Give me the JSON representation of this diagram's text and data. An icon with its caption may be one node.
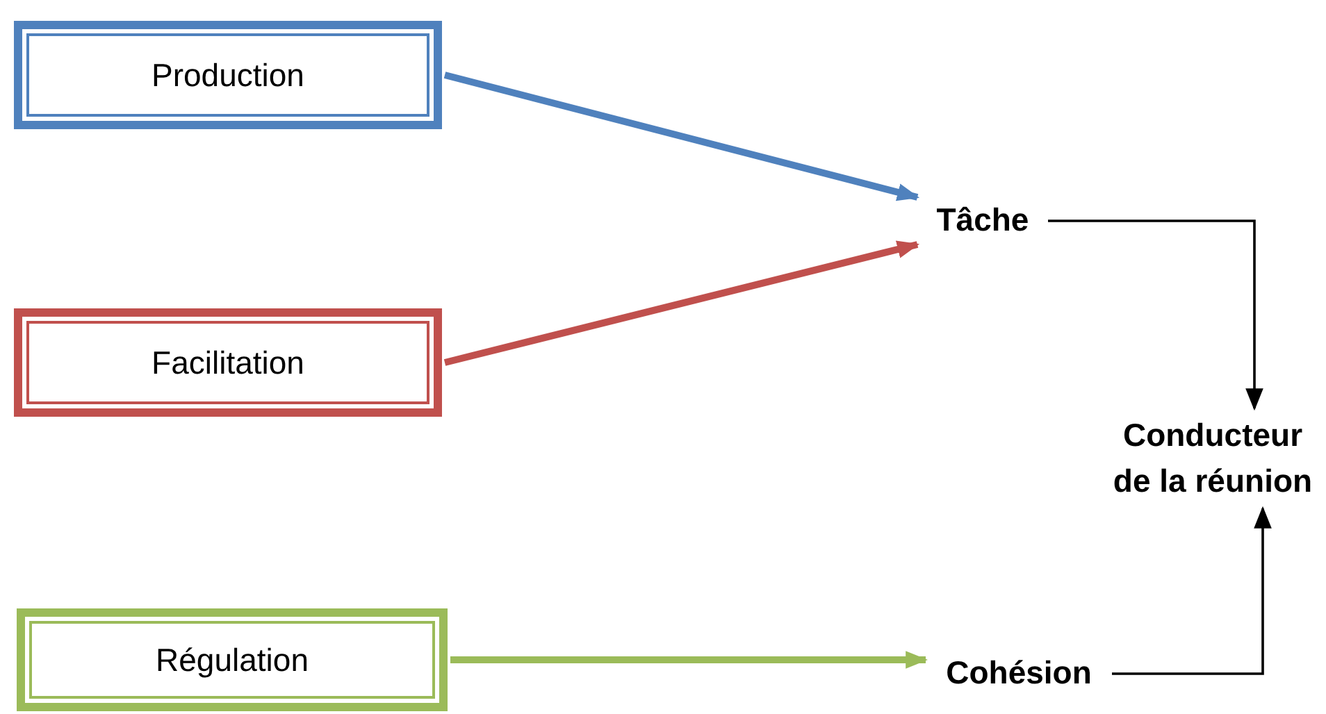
{
  "diagram": {
    "nodes": [
      {
        "text": [
          "Production"
        ]
      },
      {
        "text": [
          "Facilitation"
        ]
      },
      {
        "text": [
          "Régulation"
        ]
      },
      {
        "text": [
          "Tâche"
        ]
      },
      {
        "text": [
          "Conducteur de la réunion"
        ]
      },
      {
        "text": [
          "Cohésion"
        ]
      }
    ],
    "edges": [
      {
        "from": 0,
        "to": 3,
        "arrow": "to",
        "color": "#4f81bd"
      },
      {
        "from": 1,
        "to": 3,
        "arrow": "to",
        "color": "#c0504d"
      },
      {
        "from": 2,
        "to": 5,
        "arrow": "to",
        "color": "#9bbb59"
      },
      {
        "from": 3,
        "to": 4,
        "arrow": "to"
      },
      {
        "from": 5,
        "to": 4,
        "arrow": "to"
      }
    ]
  }
}
